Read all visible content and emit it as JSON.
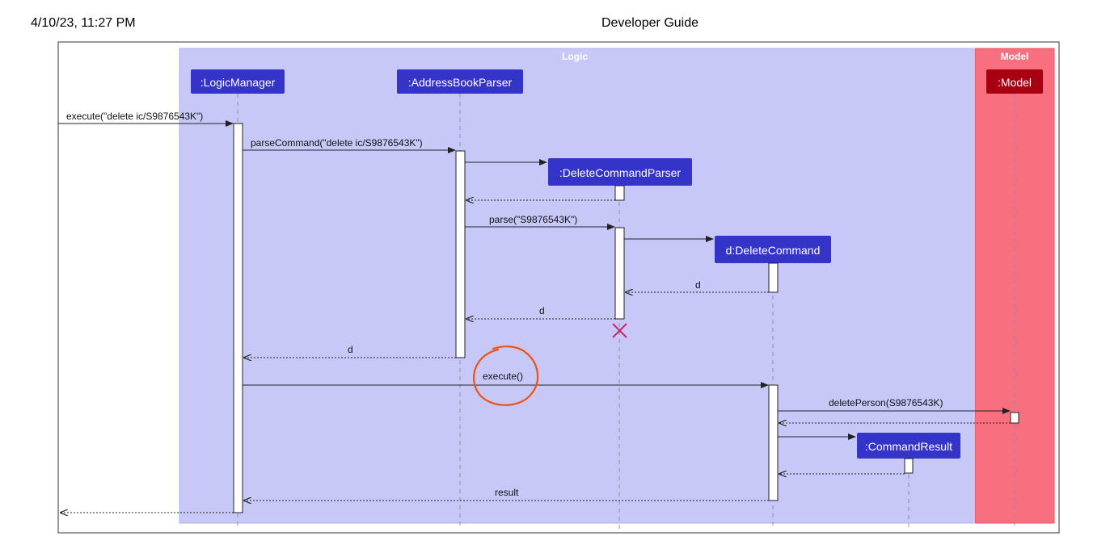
{
  "header": {
    "timestamp": "4/10/23, 11:27 PM",
    "title": "Developer Guide"
  },
  "diagram": {
    "frames": [
      {
        "id": "logic",
        "title": "Logic",
        "color": "#c8c8f8"
      },
      {
        "id": "model",
        "title": "Model",
        "color": "#f87080"
      }
    ],
    "participants": [
      {
        "id": "logic-manager",
        "label": ":LogicManager"
      },
      {
        "id": "address-book-parser",
        "label": ":AddressBookParser"
      },
      {
        "id": "delete-command-parser",
        "label": ":DeleteCommandParser"
      },
      {
        "id": "delete-command",
        "label": "d:DeleteCommand"
      },
      {
        "id": "command-result",
        "label": ":CommandResult"
      },
      {
        "id": "model",
        "label": ":Model"
      }
    ],
    "messages": [
      {
        "label": "execute(\"delete ic/S9876543K\")"
      },
      {
        "label": "parseCommand(\"delete ic/S9876543K\")"
      },
      {
        "label": ""
      },
      {
        "label": ""
      },
      {
        "label": "parse(\"S9876543K\")"
      },
      {
        "label": ""
      },
      {
        "label": "d"
      },
      {
        "label": "d"
      },
      {
        "label": "d"
      },
      {
        "label": "execute()"
      },
      {
        "label": "deletePerson(S9876543K)"
      },
      {
        "label": ""
      },
      {
        "label": ""
      },
      {
        "label": ""
      },
      {
        "label": "result"
      },
      {
        "label": ""
      }
    ],
    "colors": {
      "participant_fill": "#3434c8",
      "participant_text": "#ffffff",
      "model_participant_fill": "#a80010",
      "lifeline": "#9090a0",
      "destroy_mark": "#c8246c",
      "annotation_circle": "#f05010"
    }
  }
}
